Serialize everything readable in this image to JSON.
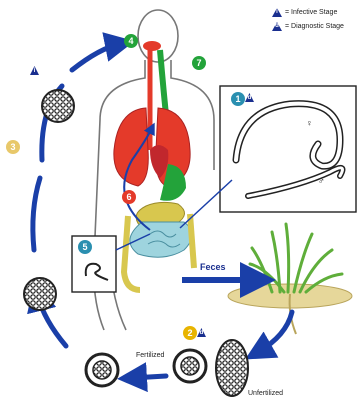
{
  "legend": {
    "infective": {
      "symbol": "i",
      "label": "= Infective Stage"
    },
    "diagnostic": {
      "symbol": "d",
      "label": "= Diagnostic Stage"
    }
  },
  "steps": {
    "s1": "1",
    "s2": "2",
    "s3": "3",
    "s4": "4",
    "s5": "5",
    "s6": "6",
    "s7": "7"
  },
  "stage_tags": {
    "s1": "d",
    "s2": "d",
    "s3top": "i"
  },
  "labels": {
    "feces": "Feces",
    "fertilized": "Fertilized",
    "unfertilized": "Unfertilized",
    "female": "♀",
    "male": "♂"
  },
  "colors": {
    "arrow": "#1a3fa8",
    "lungs": "#e43a2a",
    "intestine": "#9ed4de",
    "gut_green": "#23a33a",
    "body_line": "#777777",
    "grass": "#5fae3a",
    "soil": "#e6d79a"
  }
}
